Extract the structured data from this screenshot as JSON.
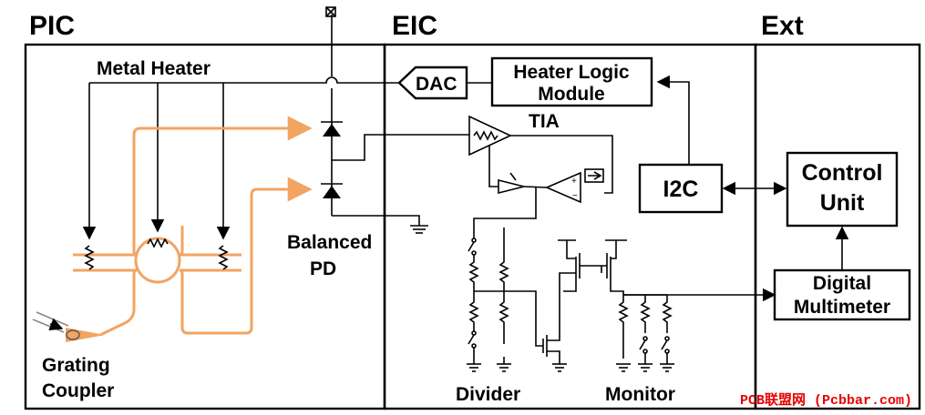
{
  "sections": {
    "pic": "PIC",
    "eic": "EIC",
    "ext": "Ext"
  },
  "labels": {
    "metal_heater": "Metal Heater",
    "balanced_pd": [
      "Balanced",
      "PD"
    ],
    "grating_coupler": [
      "Grating",
      "Coupler"
    ],
    "tia": "TIA",
    "divider": "Divider",
    "monitor": "Monitor"
  },
  "blocks": {
    "dac": "DAC",
    "heater_logic": [
      "Heater Logic",
      "Module"
    ],
    "i2c": "I2C",
    "control_unit": [
      "Control",
      "Unit"
    ],
    "digital_multimeter": [
      "Digital",
      "Multimeter"
    ]
  },
  "watermark": "PCB联盟网 (Pcbbar.com)",
  "colors": {
    "waveguide": "#f2a462",
    "watermark": "#e60000"
  }
}
